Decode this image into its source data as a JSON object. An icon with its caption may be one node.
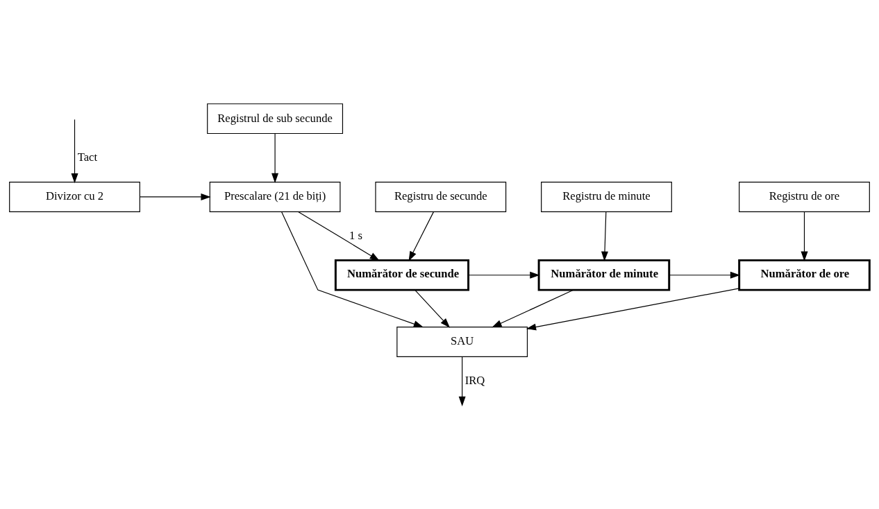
{
  "diagram": {
    "nodes": [
      {
        "text": [
          "Divizor cu 2"
        ]
      },
      {
        "text": [
          "Prescalare (21 de biți)"
        ]
      },
      {
        "text": [
          "Registrul de sub secunde"
        ]
      },
      {
        "text": [
          "Numărător de secunde"
        ]
      },
      {
        "text": [
          "Numărător de minute"
        ]
      },
      {
        "text": [
          "Numărător de ore"
        ]
      },
      {
        "text": [
          "Registru de secunde"
        ]
      },
      {
        "text": [
          "Registru de minute"
        ]
      },
      {
        "text": [
          "Registru de ore"
        ]
      },
      {
        "text": [
          "SAU"
        ]
      }
    ],
    "edges": [
      {
        "from": null,
        "to": 0,
        "arrow": "to",
        "label": "Tact"
      },
      {
        "from": 0,
        "to": 1,
        "arrow": "to"
      },
      {
        "from": 2,
        "to": 1,
        "arrow": "to"
      },
      {
        "from": 1,
        "to": 3,
        "arrow": "to",
        "label": "1 s"
      },
      {
        "from": 1,
        "to": 9,
        "arrow": "to"
      },
      {
        "from": 3,
        "to": 4,
        "arrow": "to"
      },
      {
        "from": 4,
        "to": 5,
        "arrow": "to"
      },
      {
        "from": 6,
        "to": 3,
        "arrow": "to"
      },
      {
        "from": 7,
        "to": 4,
        "arrow": "to"
      },
      {
        "from": 8,
        "to": 5,
        "arrow": "to"
      },
      {
        "from": 3,
        "to": 9,
        "arrow": "to"
      },
      {
        "from": 4,
        "to": 9,
        "arrow": "to"
      },
      {
        "from": 5,
        "to": 9,
        "arrow": "to"
      },
      {
        "from": 9,
        "to": null,
        "arrow": "to",
        "label": "IRQ"
      }
    ]
  }
}
